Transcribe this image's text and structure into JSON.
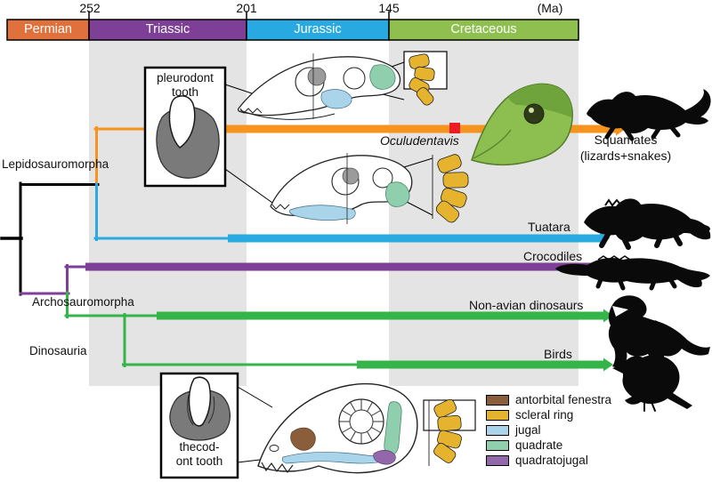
{
  "timeline": {
    "unit_label": "(Ma)",
    "boundaries": [
      "252",
      "201",
      "145"
    ],
    "shaded_band_color": "#e4e4e4",
    "periods": [
      {
        "name": "Permian",
        "color": "#e0703c"
      },
      {
        "name": "Triassic",
        "color": "#7e3f97"
      },
      {
        "name": "Jurassic",
        "color": "#29a9e1"
      },
      {
        "name": "Cretaceous",
        "color": "#8fc04f"
      }
    ]
  },
  "tree": {
    "clades": [
      {
        "label": "Lepidosauromorpha"
      },
      {
        "label": "Archosauromorpha"
      },
      {
        "label": "Dinosauria"
      }
    ],
    "lineages": [
      {
        "label": "Squamates (lizards+snakes)",
        "color": "#f7941e"
      },
      {
        "label": "Tuatara",
        "color": "#29abe2"
      },
      {
        "label": "Crocodiles",
        "color": "#7e3f97"
      },
      {
        "label": "Non-avian dinosaurs",
        "color": "#35b44a"
      },
      {
        "label": "Birds",
        "color": "#35b44a"
      }
    ]
  },
  "annotations": {
    "oculudentavis": {
      "label": "Oculudentavis",
      "marker_color": "#ed1c24",
      "body_color": "#8cbf4f"
    },
    "pleurodont_label": "pleurodont tooth",
    "thecodont_label": "thecod-\nont tooth"
  },
  "legend": {
    "items": [
      {
        "label": "antorbital fenestra",
        "color": "#8a5d3b"
      },
      {
        "label": "scleral ring",
        "color": "#e6b32e"
      },
      {
        "label": "jugal",
        "color": "#aad4ea"
      },
      {
        "label": "quadrate",
        "color": "#8fcfae"
      },
      {
        "label": "quadratojugal",
        "color": "#9268ab"
      }
    ]
  }
}
